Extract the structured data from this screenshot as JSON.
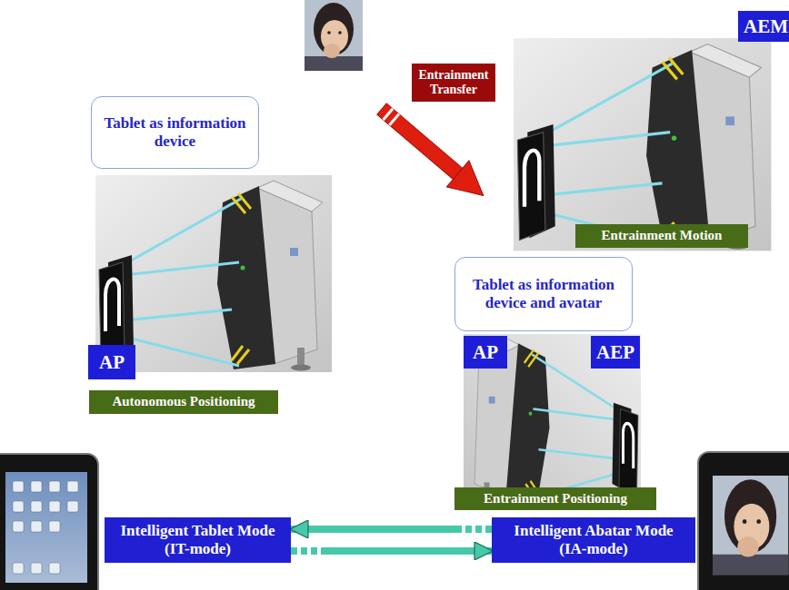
{
  "diagram": {
    "nodes": [
      {
        "text": [
          "Entrainment Transfer"
        ]
      },
      {
        "text": [
          "AEM"
        ]
      },
      {
        "text": [
          "Tablet as information device"
        ]
      },
      {
        "text": [
          "Entrainment Motion"
        ]
      },
      {
        "text": [
          "Tablet as information device and avatar"
        ]
      },
      {
        "text": [
          "AP"
        ]
      },
      {
        "text": [
          "AEP"
        ]
      },
      {
        "text": [
          "AP"
        ]
      },
      {
        "text": [
          "Autonomous Positioning"
        ]
      },
      {
        "text": [
          "Entrainment Positioning"
        ]
      },
      {
        "text": [
          "Intelligent Tablet Mode (IT-mode)"
        ]
      },
      {
        "text": [
          "Intelligent Abatar Mode (IA-mode)"
        ]
      }
    ],
    "edges": [
      {
        "from": 11,
        "to": 10,
        "arrow": "to"
      },
      {
        "from": 10,
        "to": 11,
        "arrow": "to"
      }
    ]
  }
}
